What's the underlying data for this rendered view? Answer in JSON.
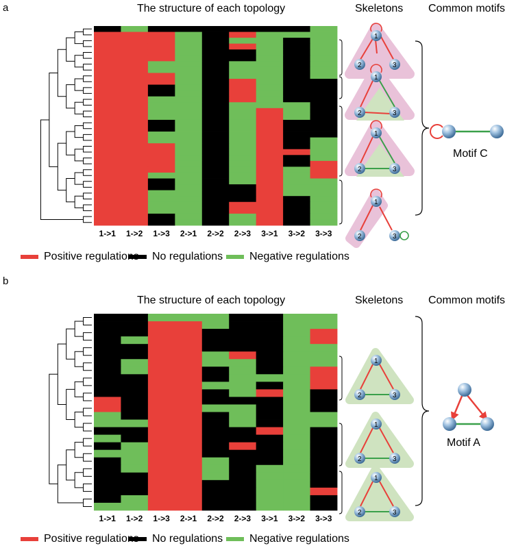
{
  "colors": {
    "positive": "#e8403a",
    "none": "#000000",
    "negative": "#6fbe5a",
    "node": "#7aa6cf",
    "node_stroke": "#3f6a92",
    "bg_pink": "#e9c2d9",
    "bg_green": "#cfe3c0"
  },
  "panels": [
    {
      "letter": "a",
      "title": "The structure of each topology",
      "skeletons_title": "Skeletons",
      "motifs_title": "Common motifs",
      "motif_name": "Motif C",
      "columns": [
        "1->1",
        "1->2",
        "1->3",
        "2->1",
        "2->2",
        "2->3",
        "3->1",
        "3->2",
        "3->3"
      ],
      "legend": [
        "Positive regulations",
        "No regulations",
        "Negative regulations"
      ],
      "rows": [
        "NG00000NG",
        "PPPGNPGGG",
        "PPPGNGGNG",
        "PPPGNPGNG",
        "PPPGNNGNG",
        "PPPGNNGNG",
        "PPGGNGGNG",
        "PPGGNGGNG",
        "PPPGNGGNG",
        "PPPGNPGNN",
        "PPNGNPGNN",
        "PPNGNPGNN",
        "PPGGNPGNN",
        "PPGGNGGGN",
        "PPGGNGPGN",
        "PPGGNGPGN",
        "PPNGNGPNN",
        "PPNGNGPNN",
        "PPGGNGPNN",
        "PPGGNGPNG",
        "PPPGNGPNG",
        "PPPGNGPPG",
        "PPPGNGPNG",
        "PPPGNGPNP",
        "PPPGNGPGP",
        "PPGGNGPGP",
        "PPNGNGPGG",
        "PPNGNNPGG",
        "PPGGNNPGG",
        "PPGGNNPNG",
        "PPGGNPPNG",
        "PPGGNPPNG",
        "PPNGNGPNG",
        "PPNGNGPNG"
      ]
    },
    {
      "letter": "b",
      "title": "The structure of each topology",
      "skeletons_title": "Skeletons",
      "motifs_title": "Common motifs",
      "motif_name": "Motif A",
      "columns": [
        "1->1",
        "1->2",
        "1->3",
        "2->1",
        "2->2",
        "2->3",
        "3->1",
        "3->2",
        "3->3"
      ],
      "legend": [
        "Positive regulations",
        "No regulations",
        "Negative regulations"
      ],
      "rows": [
        "NNGGGNNGG",
        "NNPPGNNGG",
        "NNPPNNNGP",
        "NGPPNNNGP",
        "NNPPNNNGG",
        "NNPPGPNGG",
        "NGPPGGNGG",
        "NGPPNGNGP",
        "NNPPNGGGP",
        "NNPPGGNGP",
        "NNPPNGPGN",
        "PNPPNNNGN",
        "PNPPGGNGN",
        "GNPPNGNGG",
        "GGPPNGNGG",
        "NNPPNNPGN",
        "GNPPNNNGN",
        "NGPPNPNGN",
        "GGPPNNNGN",
        "NGPPGNNGN",
        "NGPPGNGGN",
        "NNPPGNGGN",
        "NNPPNNGGN",
        "NNPPNNGGP",
        "NGPPNNGGN",
        "GGPPNNGGN"
      ]
    }
  ]
}
